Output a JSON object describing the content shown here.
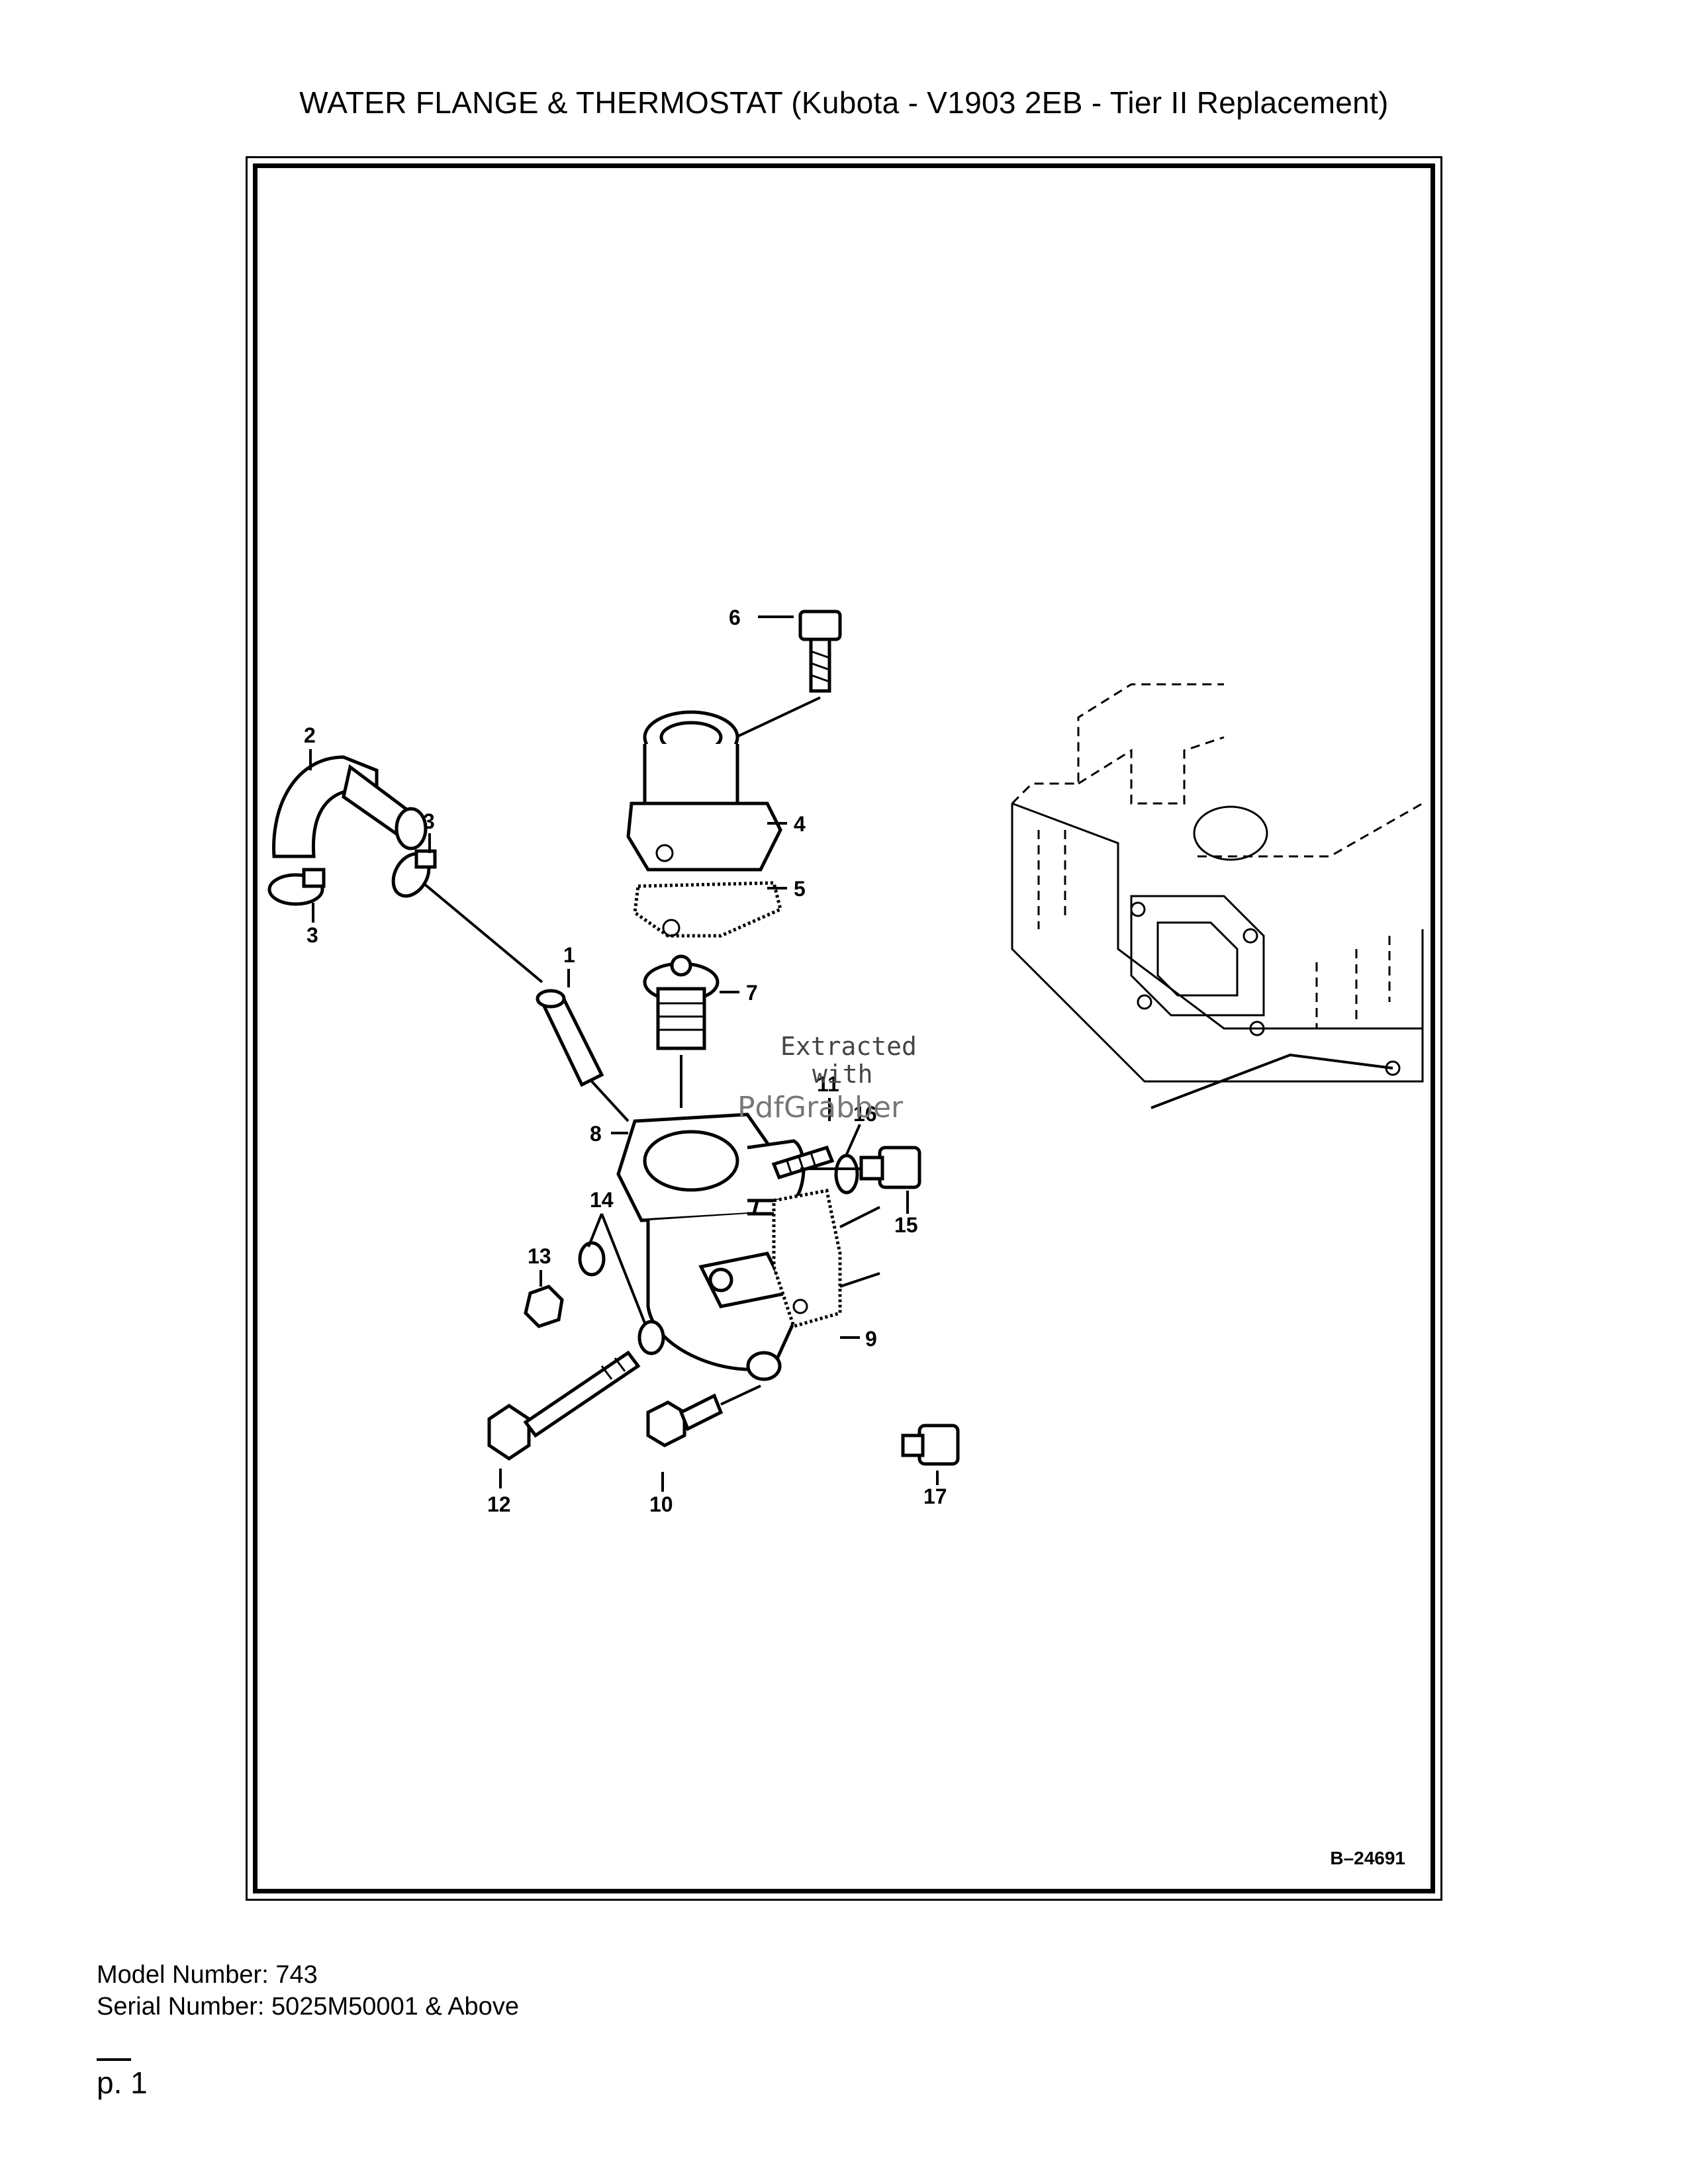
{
  "document": {
    "title": "WATER FLANGE & THERMOSTAT (Kubota - V1903 2EB - Tier II Replacement)",
    "figure_id": "B–24691",
    "model_number": "Model Number: 743",
    "serial_number": "Serial Number: 5025M50001 & Above",
    "page_number": "p. 1"
  },
  "callouts": [
    "1",
    "2",
    "3",
    "3",
    "4",
    "5",
    "6",
    "7",
    "8",
    "9",
    "10",
    "11",
    "12",
    "13",
    "14",
    "15",
    "16",
    "17"
  ],
  "watermark": {
    "line1": "Extracted",
    "line2": "with",
    "line3": "PdfGrabber"
  }
}
